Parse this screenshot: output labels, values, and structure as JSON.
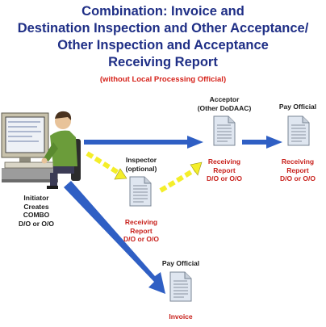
{
  "title": {
    "line1": "Combination: Invoice and",
    "line2": "Destination Inspection and Other Acceptance/",
    "line3": "Other Inspection and Acceptance",
    "line4": "Receiving Report"
  },
  "subtitle": "(without Local Processing Official)",
  "initiator": {
    "line1": "Initiator",
    "line2": "Creates",
    "line3": "COMBO",
    "line4": "D/O or O/O"
  },
  "inspector": {
    "role_line1": "Inspector",
    "role_line2": "(optional)",
    "doc_line1": "Receiving",
    "doc_line2": "Report",
    "doc_line3": "D/O or O/O"
  },
  "acceptor": {
    "role_line1": "Acceptor",
    "role_line2": "(Other DoDAAC)",
    "doc_line1": "Receiving",
    "doc_line2": "Report",
    "doc_line3": "D/O or O/O"
  },
  "pay_official_top": {
    "role": "Pay Official",
    "doc_line1": "Receiving",
    "doc_line2": "Report",
    "doc_line3": "D/O or O/O"
  },
  "pay_official_bottom": {
    "role": "Pay Official",
    "doc": "Invoice"
  },
  "colors": {
    "title": "#1f2f86",
    "red_text": "#c8211c",
    "blue_arrow": "#2f5fc4",
    "yellow_arrow": "#f4ee2a",
    "document": "#dfe6f0"
  },
  "icons": [
    "person-at-computer-icon",
    "document-icon"
  ]
}
